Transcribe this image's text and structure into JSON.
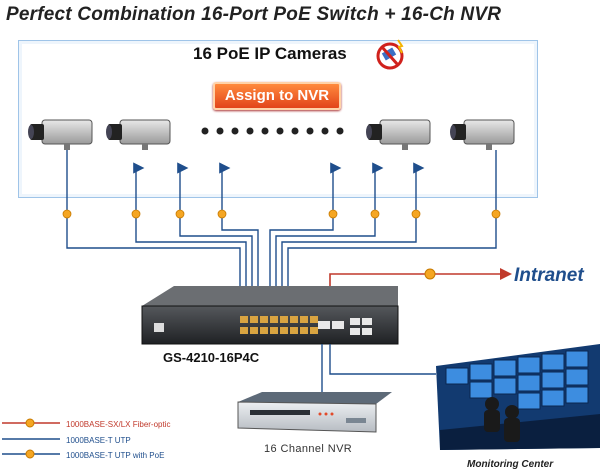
{
  "title": "Perfect Combination 16-Port PoE Switch + 16-Ch NVR",
  "cameras": {
    "heading": "16 PoE IP Cameras",
    "assign_button": "Assign to NVR",
    "icon": "no-power-plug-icon"
  },
  "switch": {
    "model": "GS-4210-16P4C"
  },
  "nvr": {
    "label": "16 Channel NVR"
  },
  "intranet": {
    "label": "Intranet"
  },
  "monitoring": {
    "label": "Monitoring Center"
  },
  "legend": {
    "items": [
      {
        "label": "1000BASE-SX/LX Fiber-optic",
        "color": "#c0392b"
      },
      {
        "label": "1000BASE-T UTP",
        "color": "#1f4e8c"
      },
      {
        "label": "1000BASE-T UTP with PoE",
        "color": "#1f4e8c"
      }
    ]
  },
  "colors": {
    "fiber": "#c0392b",
    "utp": "#1f4e8c",
    "poe_badge": "#f5a623"
  },
  "icons": [
    "ip-camera-icon",
    "ethernet-switch-icon",
    "nvr-recorder-icon",
    "monitoring-center-icon",
    "poe-badge-icon"
  ]
}
